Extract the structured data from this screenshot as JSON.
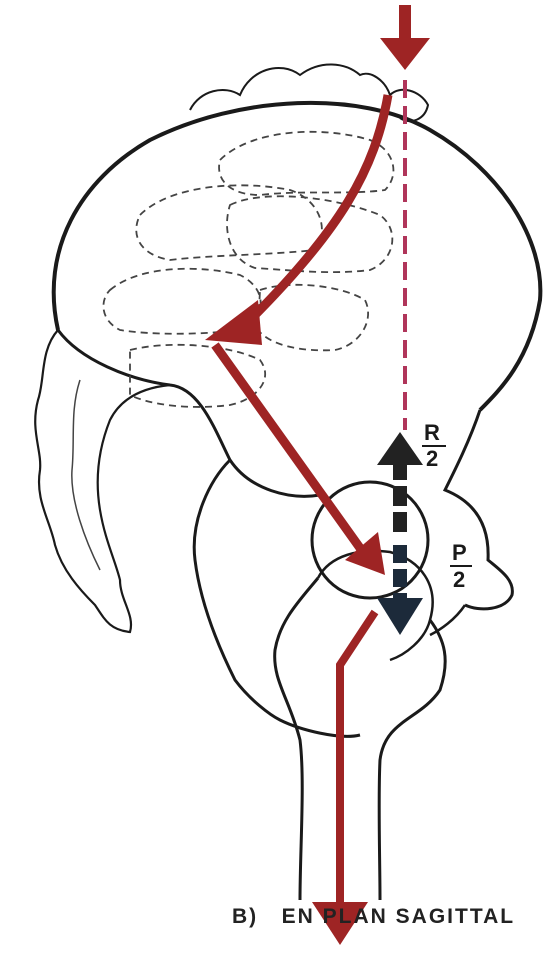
{
  "labels": {
    "r_half_num": "R",
    "r_half_den": "2",
    "p_half_num": "P",
    "p_half_den": "2",
    "caption": "B)   EN PLAN SAGITTAL"
  },
  "colors": {
    "outline": "#1a1a1a",
    "load_arrow": "#9e2424",
    "load_dashed": "#b0355a",
    "reaction_arrow": "#222222",
    "background": "#ffffff"
  }
}
